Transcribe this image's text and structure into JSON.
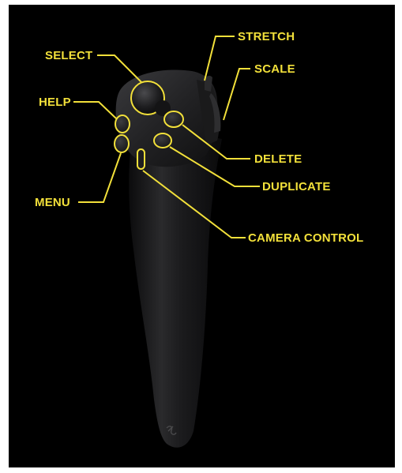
{
  "colors": {
    "background": "#000000",
    "callout": "#f2e03a",
    "body": "#1b1b1c",
    "body_highlight": "#3a3a3c"
  },
  "callouts": {
    "select": "SELECT",
    "stretch": "STRETCH",
    "scale": "SCALE",
    "help": "HELP",
    "delete": "DELETE",
    "duplicate": "DUPLICATE",
    "menu": "MENU",
    "camera_control": "CAMERA CONTROL"
  },
  "icons": {
    "controller": "motion-controller-icon",
    "brand_logo": "razer-snake-logo-icon"
  }
}
